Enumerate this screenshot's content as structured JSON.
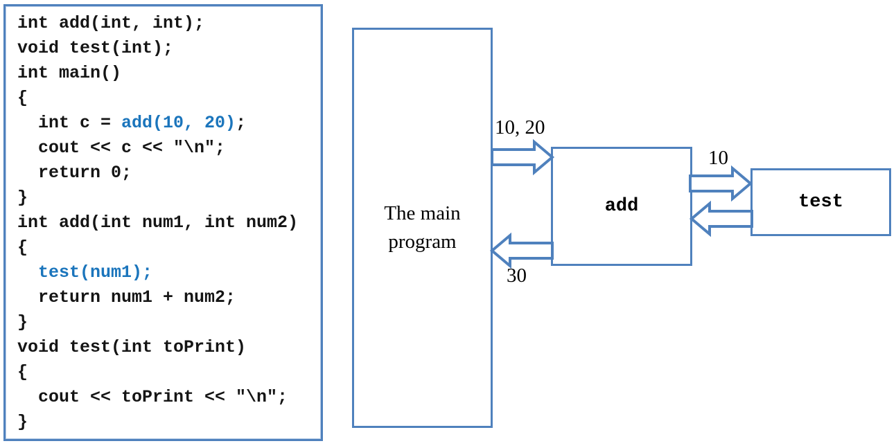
{
  "palette": {
    "box_border_blue": "#4f81bd",
    "code_highlight_blue": "#1b75bc",
    "code_text_black": "#151515",
    "label_text_black": "#000000"
  },
  "code_panel": {
    "lines": [
      {
        "segments": [
          {
            "text": "int add(int, int);",
            "color": "black"
          }
        ]
      },
      {
        "segments": [
          {
            "text": "void test(int);",
            "color": "black"
          }
        ]
      },
      {
        "segments": [
          {
            "text": "int main()",
            "color": "black"
          }
        ]
      },
      {
        "segments": [
          {
            "text": "{",
            "color": "black"
          }
        ]
      },
      {
        "segments": [
          {
            "text": "  int c = ",
            "color": "black"
          },
          {
            "text": "add(10, 20)",
            "color": "blue"
          },
          {
            "text": ";",
            "color": "black"
          }
        ]
      },
      {
        "segments": [
          {
            "text": "  cout << c << \"\\n\";",
            "color": "black"
          }
        ]
      },
      {
        "segments": [
          {
            "text": "  return 0;",
            "color": "black"
          }
        ]
      },
      {
        "segments": [
          {
            "text": "}",
            "color": "black"
          }
        ]
      },
      {
        "segments": [
          {
            "text": "int add(int num1, int num2)",
            "color": "black"
          }
        ]
      },
      {
        "segments": [
          {
            "text": "{",
            "color": "black"
          }
        ]
      },
      {
        "segments": [
          {
            "text": "  ",
            "color": "black"
          },
          {
            "text": "test(num1);",
            "color": "blue"
          }
        ]
      },
      {
        "segments": [
          {
            "text": "  return num1 + num2;",
            "color": "black"
          }
        ]
      },
      {
        "segments": [
          {
            "text": "}",
            "color": "black"
          }
        ]
      },
      {
        "segments": [
          {
            "text": "void test(int toPrint)",
            "color": "black"
          }
        ]
      },
      {
        "segments": [
          {
            "text": "{",
            "color": "black"
          }
        ]
      },
      {
        "segments": [
          {
            "text": "  cout << toPrint << \"\\n\";",
            "color": "black"
          }
        ]
      },
      {
        "segments": [
          {
            "text": "}",
            "color": "black"
          }
        ]
      }
    ]
  },
  "diagram": {
    "main_box_label": [
      "The main",
      "program"
    ],
    "add_box_label": "add",
    "test_box_label": "test",
    "label_args": "10, 20",
    "label_to_test": "10",
    "label_return": "30",
    "arrows": [
      {
        "name": "main-to-add",
        "direction": "right",
        "label": "10, 20"
      },
      {
        "name": "add-to-test",
        "direction": "right",
        "label": "10"
      },
      {
        "name": "test-to-add",
        "direction": "left",
        "label": ""
      },
      {
        "name": "add-to-main",
        "direction": "left",
        "label": "30"
      }
    ]
  }
}
